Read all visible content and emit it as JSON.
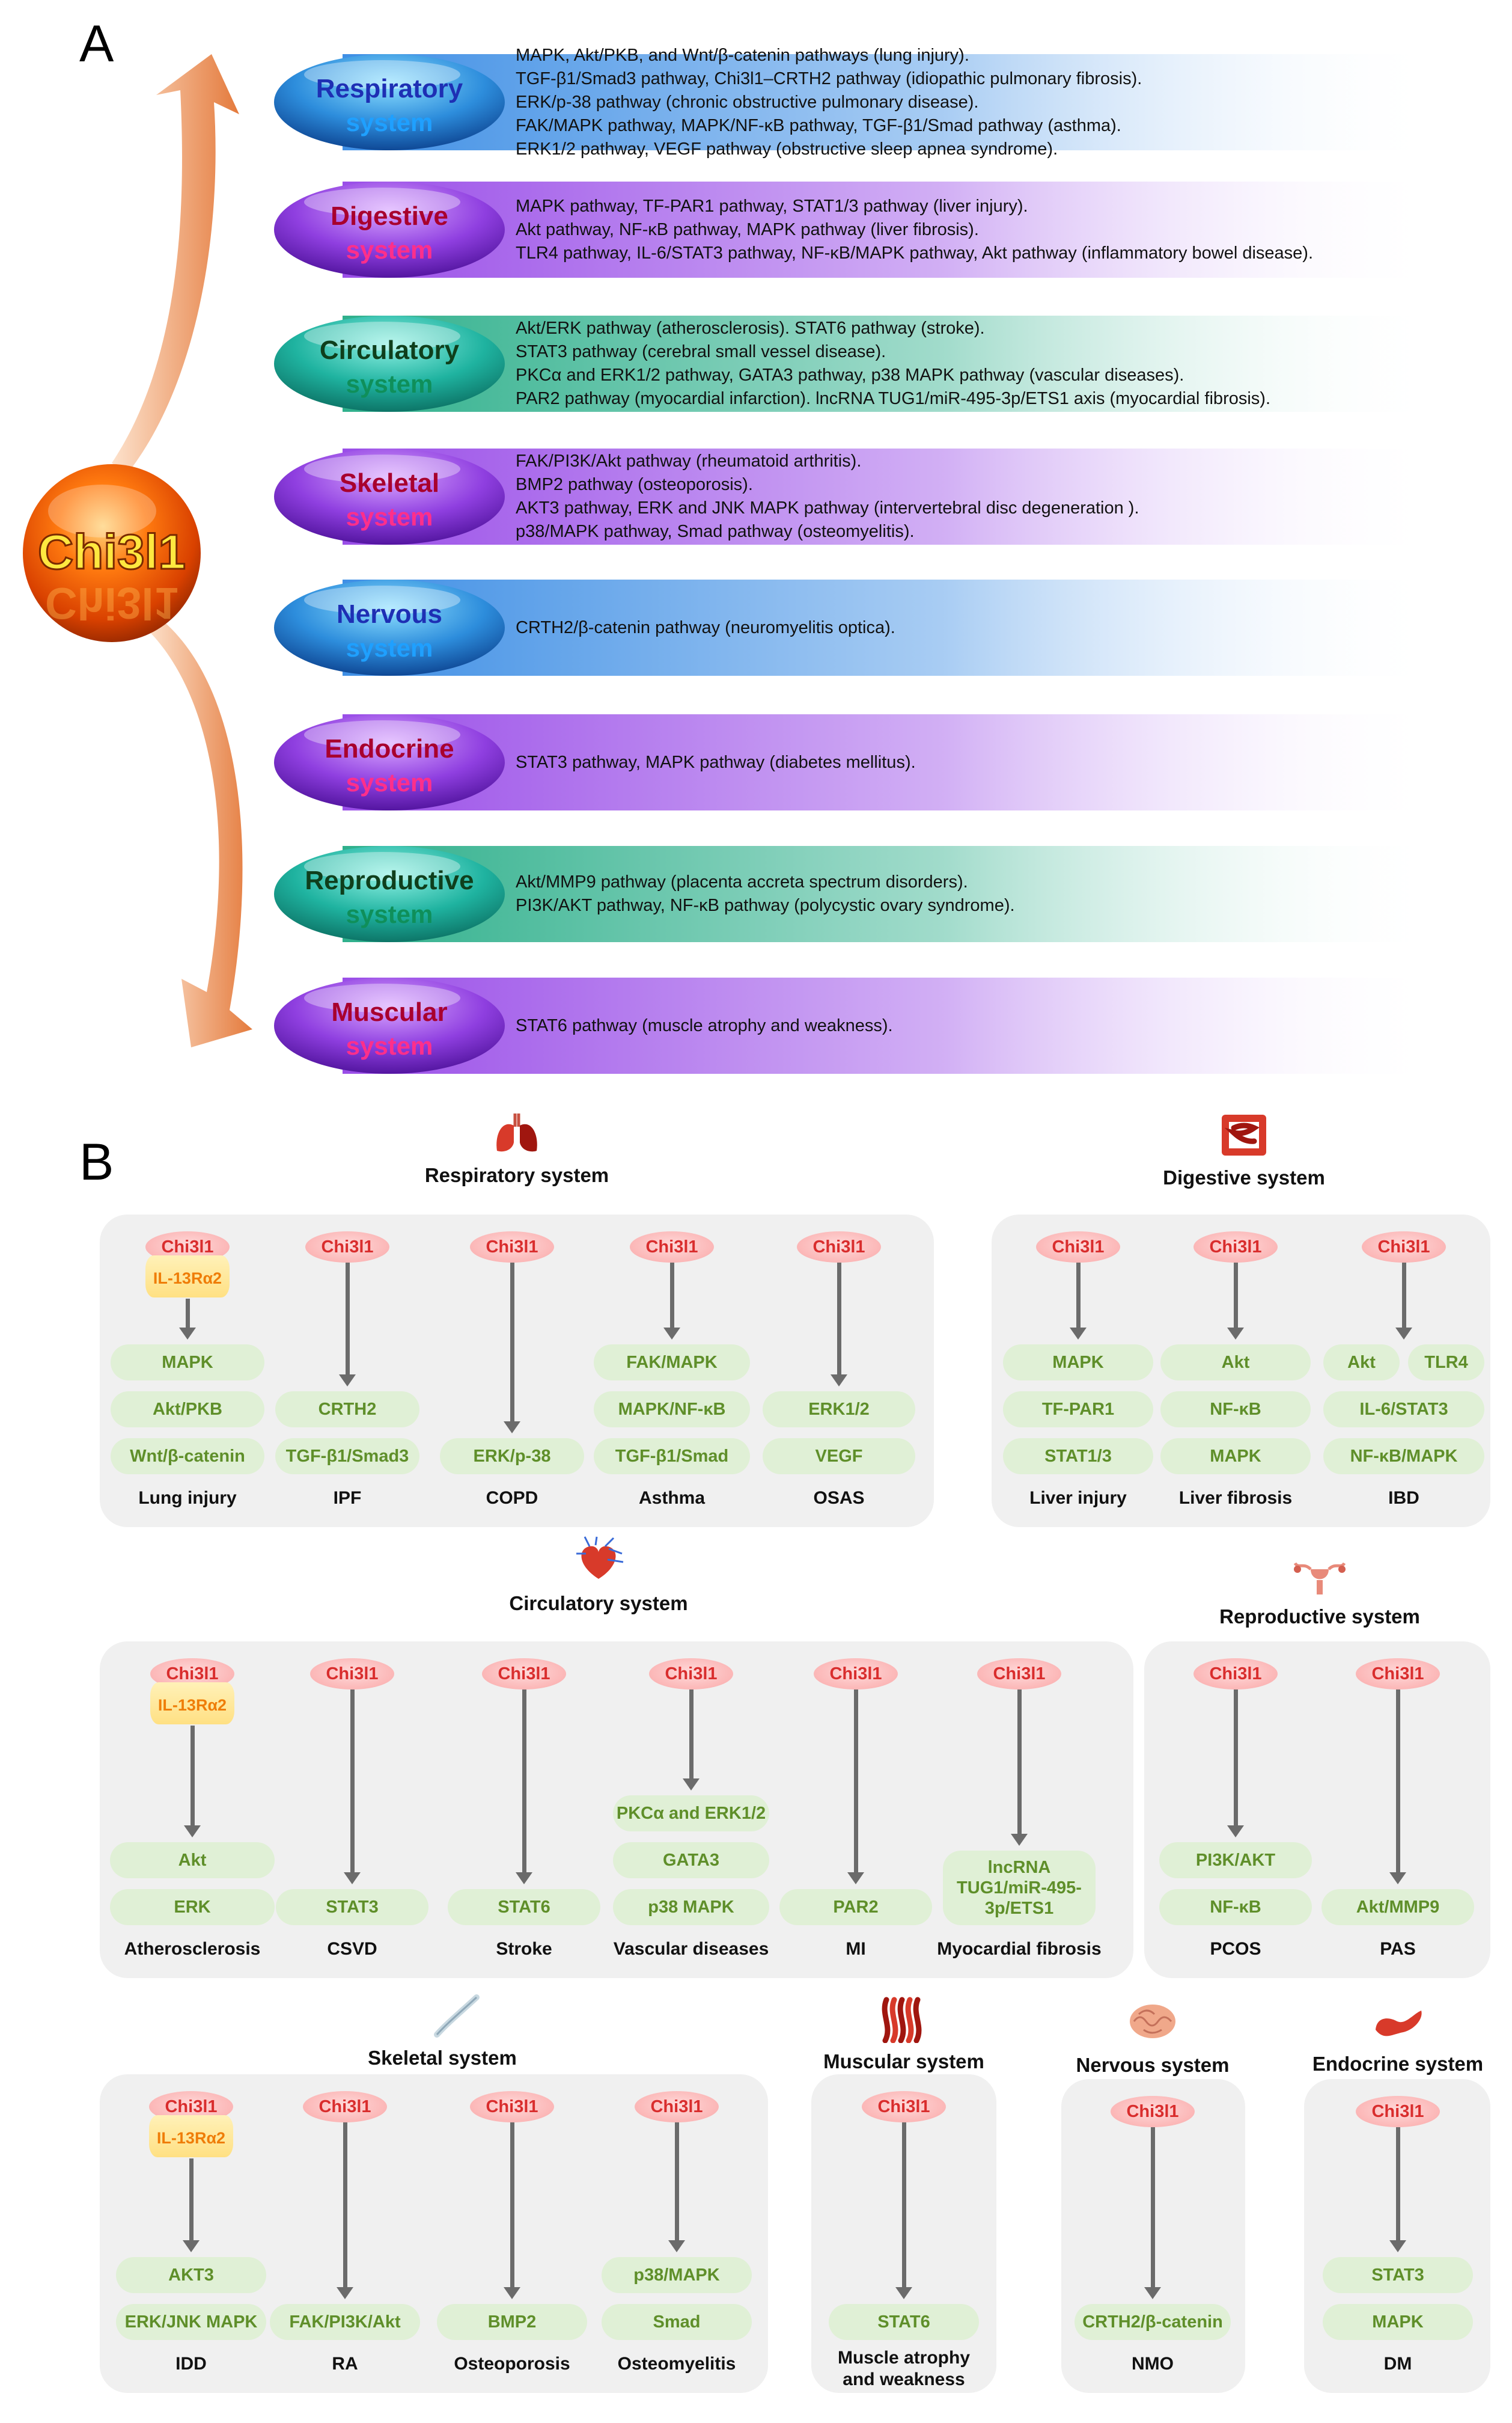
{
  "panel_a": {
    "label": "A",
    "center": "Chi3l1",
    "rows": [
      {
        "name": "Respiratory",
        "suffix": "system",
        "name_color": "#1e2fb4",
        "suffix_color": "#1fa0ff",
        "ell": [
          "#8fe0ff",
          "#2d8ddc",
          "#0a3d8a"
        ],
        "band": "#3f8fe5",
        "lines": [
          "MAPK, Akt/PKB, and Wnt/β-catenin pathways (lung injury).",
          "TGF-β1/Smad3 pathway, Chi3l1–CRTH2 pathway (idiopathic pulmonary fibrosis).",
          "ERK/p-38 pathway (chronic obstructive pulmonary disease).",
          "FAK/MAPK pathway, MAPK/NF-κB pathway, TGF-β1/Smad pathway (asthma).",
          "ERK1/2 pathway, VEGF pathway (obstructive sleep apnea syndrome)."
        ]
      },
      {
        "name": "Digestive",
        "suffix": "system",
        "name_color": "#a8002e",
        "suffix_color": "#ff2f8a",
        "ell": [
          "#d9a6ff",
          "#8f3fe0",
          "#4a0f96"
        ],
        "band": "#9a4ee8",
        "lines": [
          "MAPK pathway, TF-PAR1 pathway, STAT1/3 pathway (liver injury).",
          "Akt pathway, NF-κB pathway, MAPK pathway (liver fibrosis).",
          "TLR4 pathway, IL-6/STAT3 pathway, NF-κB/MAPK pathway, Akt pathway (inflammatory bowel disease)."
        ]
      },
      {
        "name": "Circulatory",
        "suffix": "system",
        "name_color": "#0f3f1c",
        "suffix_color": "#0f8f5a",
        "ell": [
          "#8ff0e3",
          "#1fb3a0",
          "#0a6b5e"
        ],
        "band": "#2fb08c",
        "lines": [
          "Akt/ERK pathway (atherosclerosis). STAT6 pathway (stroke).",
          "STAT3 pathway (cerebral small vessel disease).",
          "PKCα and ERK1/2 pathway, GATA3 pathway, p38 MAPK pathway (vascular diseases).",
          "PAR2 pathway (myocardial infarction). lncRNA TUG1/miR-495-3p/ETS1 axis (myocardial fibrosis)."
        ]
      },
      {
        "name": "Skeletal",
        "suffix": "system",
        "name_color": "#a8002e",
        "suffix_color": "#ff2f8a",
        "ell": [
          "#d9a6ff",
          "#8f3fe0",
          "#4a0f96"
        ],
        "band": "#9a4ee8",
        "lines": [
          "FAK/PI3K/Akt pathway (rheumatoid arthritis).",
          "BMP2 pathway (osteoporosis).",
          "AKT3 pathway, ERK and JNK MAPK pathway (intervertebral disc degeneration ).",
          "p38/MAPK pathway, Smad pathway (osteomyelitis)."
        ]
      },
      {
        "name": "Nervous",
        "suffix": "system",
        "name_color": "#1e2fb4",
        "suffix_color": "#1fa0ff",
        "ell": [
          "#8fe0ff",
          "#2d8ddc",
          "#0a3d8a"
        ],
        "band": "#3f8fe5",
        "lines": [
          "CRTH2/β-catenin pathway (neuromyelitis optica)."
        ]
      },
      {
        "name": "Endocrine",
        "suffix": "system",
        "name_color": "#a8002e",
        "suffix_color": "#ff2f8a",
        "ell": [
          "#d9a6ff",
          "#8f3fe0",
          "#4a0f96"
        ],
        "band": "#9a4ee8",
        "lines": [
          "STAT3 pathway, MAPK pathway (diabetes mellitus)."
        ]
      },
      {
        "name": "Reproductive",
        "suffix": "system",
        "name_color": "#0f3f1c",
        "suffix_color": "#0f8f5a",
        "ell": [
          "#8ff0e3",
          "#1fb3a0",
          "#0a6b5e"
        ],
        "band": "#2fb08c",
        "lines": [
          "Akt/MMP9 pathway (placenta accreta spectrum disorders).",
          "PI3K/AKT pathway, NF-κB pathway (polycystic ovary syndrome)."
        ]
      },
      {
        "name": "Muscular",
        "suffix": "system",
        "name_color": "#a8002e",
        "suffix_color": "#ff2f8a",
        "ell": [
          "#d9a6ff",
          "#8f3fe0",
          "#4a0f96"
        ],
        "band": "#9a4ee8",
        "lines": [
          "STAT6 pathway (muscle atrophy and weakness)."
        ]
      }
    ]
  },
  "panel_b": {
    "label": "B",
    "colors": {
      "chi_text": "#d92d2d",
      "il_text": "#ef7d08",
      "pathway_text": "#5f8f2a",
      "pathway_fill": "#e0f0d6",
      "box_fill": "#f0f0f0"
    },
    "chi_label": "Chi3l1",
    "il_label": "IL-13Rα2",
    "groups": [
      {
        "title": "Respiratory system",
        "icon": "lungs-icon",
        "diseases": [
          {
            "name": "Lung injury",
            "il": true,
            "pathways": [
              "MAPK",
              "Akt/PKB",
              "Wnt/β-catenin"
            ]
          },
          {
            "name": "IPF",
            "pathways": [
              "CRTH2",
              "TGF-β1/Smad3"
            ]
          },
          {
            "name": "COPD",
            "pathways": [
              "ERK/p-38"
            ]
          },
          {
            "name": "Asthma",
            "pathways": [
              "FAK/MAPK",
              "MAPK/NF-κB",
              "TGF-β1/Smad"
            ]
          },
          {
            "name": "OSAS",
            "pathways": [
              "ERK1/2",
              "VEGF"
            ]
          }
        ]
      },
      {
        "title": "Digestive system",
        "icon": "intestine-icon",
        "diseases": [
          {
            "name": "Liver injury",
            "pathways": [
              "MAPK",
              "TF-PAR1",
              "STAT1/3"
            ]
          },
          {
            "name": "Liver fibrosis",
            "pathways": [
              "Akt",
              "NF-κB",
              "MAPK"
            ]
          },
          {
            "name": "IBD",
            "pathways": [
              "Akt",
              "TLR4",
              "IL-6/STAT3",
              "NF-κB/MAPK"
            ]
          }
        ]
      },
      {
        "title": "Circulatory system",
        "icon": "heart-icon",
        "diseases": [
          {
            "name": "Atherosclerosis",
            "il": true,
            "pathways": [
              "Akt",
              "ERK"
            ]
          },
          {
            "name": "CSVD",
            "pathways": [
              "STAT3"
            ]
          },
          {
            "name": "Stroke",
            "pathways": [
              "STAT6"
            ]
          },
          {
            "name": "Vascular diseases",
            "pathways": [
              "PKCα and ERK1/2",
              "GATA3",
              "p38 MAPK"
            ]
          },
          {
            "name": "MI",
            "pathways": [
              "PAR2"
            ]
          },
          {
            "name": "Myocardial fibrosis",
            "pathways": [
              "lncRNA TUG1/miR-495-3p/ETS1"
            ]
          }
        ]
      },
      {
        "title": "Reproductive system",
        "icon": "uterus-icon",
        "diseases": [
          {
            "name": "PCOS",
            "pathways": [
              "PI3K/AKT",
              "NF-κB"
            ]
          },
          {
            "name": "PAS",
            "pathways": [
              "Akt/MMP9"
            ]
          }
        ]
      },
      {
        "title": "Skeletal system",
        "icon": "bone-icon",
        "diseases": [
          {
            "name": "IDD",
            "il": true,
            "pathways": [
              "AKT3",
              "ERK/JNK MAPK"
            ]
          },
          {
            "name": "RA",
            "pathways": [
              "FAK/PI3K/Akt"
            ]
          },
          {
            "name": "Osteoporosis",
            "pathways": [
              "BMP2"
            ]
          },
          {
            "name": "Osteomyelitis",
            "pathways": [
              "p38/MAPK",
              "Smad"
            ]
          }
        ]
      },
      {
        "title": "Muscular system",
        "icon": "muscle-icon",
        "diseases": [
          {
            "name": "Muscle atrophy and weakness",
            "pathways": [
              "STAT6"
            ]
          }
        ]
      },
      {
        "title": "Nervous system",
        "icon": "brain-icon",
        "diseases": [
          {
            "name": "NMO",
            "pathways": [
              "CRTH2/β-catenin"
            ]
          }
        ]
      },
      {
        "title": "Endocrine system",
        "icon": "pancreas-icon",
        "diseases": [
          {
            "name": "DM",
            "pathways": [
              "STAT3",
              "MAPK"
            ]
          }
        ]
      }
    ]
  }
}
